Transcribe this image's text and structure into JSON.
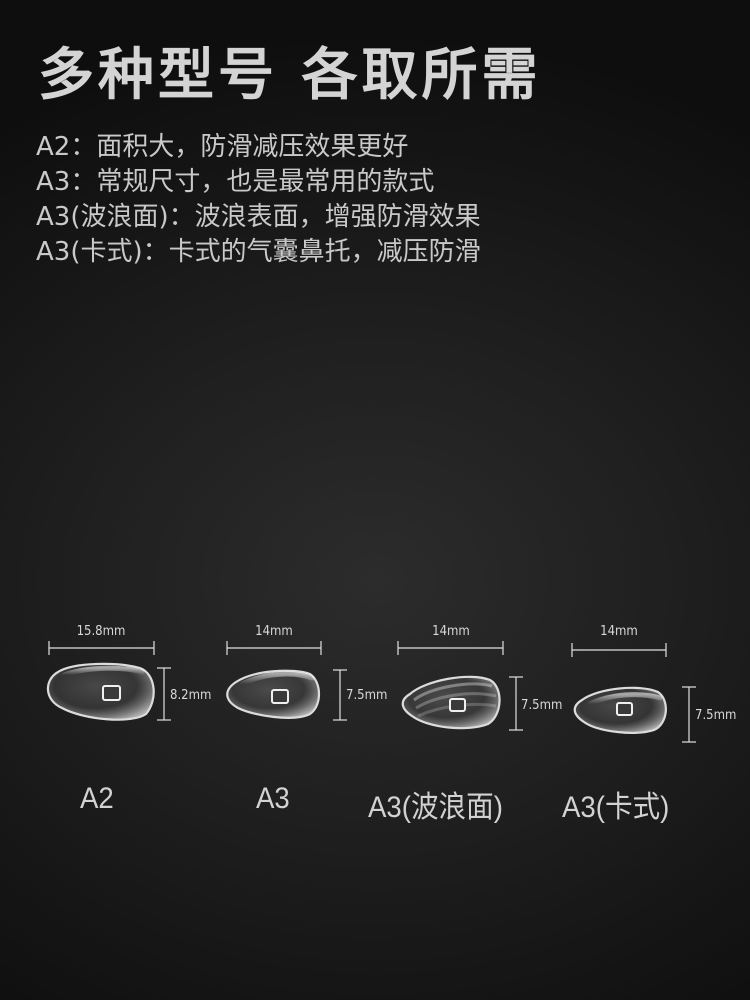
{
  "headline": "多种型号 各取所需",
  "descriptions": [
    "A2：面积大，防滑减压效果更好",
    "A3：常规尺寸，也是最常用的款式",
    "A3(波浪面)：波浪表面，增强防滑效果",
    "A3(卡式)：卡式的气囊鼻托，减压防滑"
  ],
  "products": [
    {
      "label": "A2",
      "width_dim": "15.8mm",
      "height_dim": "8.2mm"
    },
    {
      "label": "A3",
      "width_dim": "14mm",
      "height_dim": "7.5mm"
    },
    {
      "label": "A3(波浪面)",
      "width_dim": "14mm",
      "height_dim": "7.5mm"
    },
    {
      "label": "A3(卡式)",
      "width_dim": "14mm",
      "height_dim": "7.5mm"
    }
  ],
  "colors": {
    "background": "#1c1c1c",
    "text": "#d4d4d4",
    "dimension_line": "#e0e0e0"
  }
}
